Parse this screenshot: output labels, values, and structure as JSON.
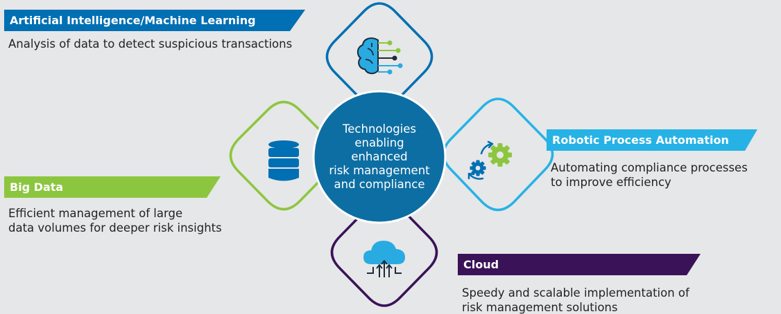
{
  "colors": {
    "background": "#e6e7e8",
    "center": "#0d6ea3",
    "ai": "#006fb3",
    "rpa": "#27b2e6",
    "bigdata": "#8cc63f",
    "cloud": "#3a1258"
  },
  "center": {
    "lines": [
      "Technologies",
      "enabling",
      "enhanced",
      "risk management",
      "and compliance"
    ]
  },
  "sections": {
    "ai": {
      "title": "Artificial Intelligence/Machine Learning",
      "lines": [
        "Analysis of data to detect suspicious transactions"
      ],
      "icon": "brain-network-icon"
    },
    "rpa": {
      "title": "Robotic Process Automation",
      "lines": [
        "Automating compliance processes",
        "to improve efficiency"
      ],
      "icon": "gears-cycle-icon"
    },
    "bigdata": {
      "title": "Big Data",
      "lines": [
        "Efficient management of large",
        "data volumes for deeper risk insights"
      ],
      "icon": "database-icon"
    },
    "cloud": {
      "title": "Cloud",
      "lines": [
        "Speedy and scalable implementation of",
        "risk management solutions"
      ],
      "icon": "cloud-upload-icon"
    }
  }
}
